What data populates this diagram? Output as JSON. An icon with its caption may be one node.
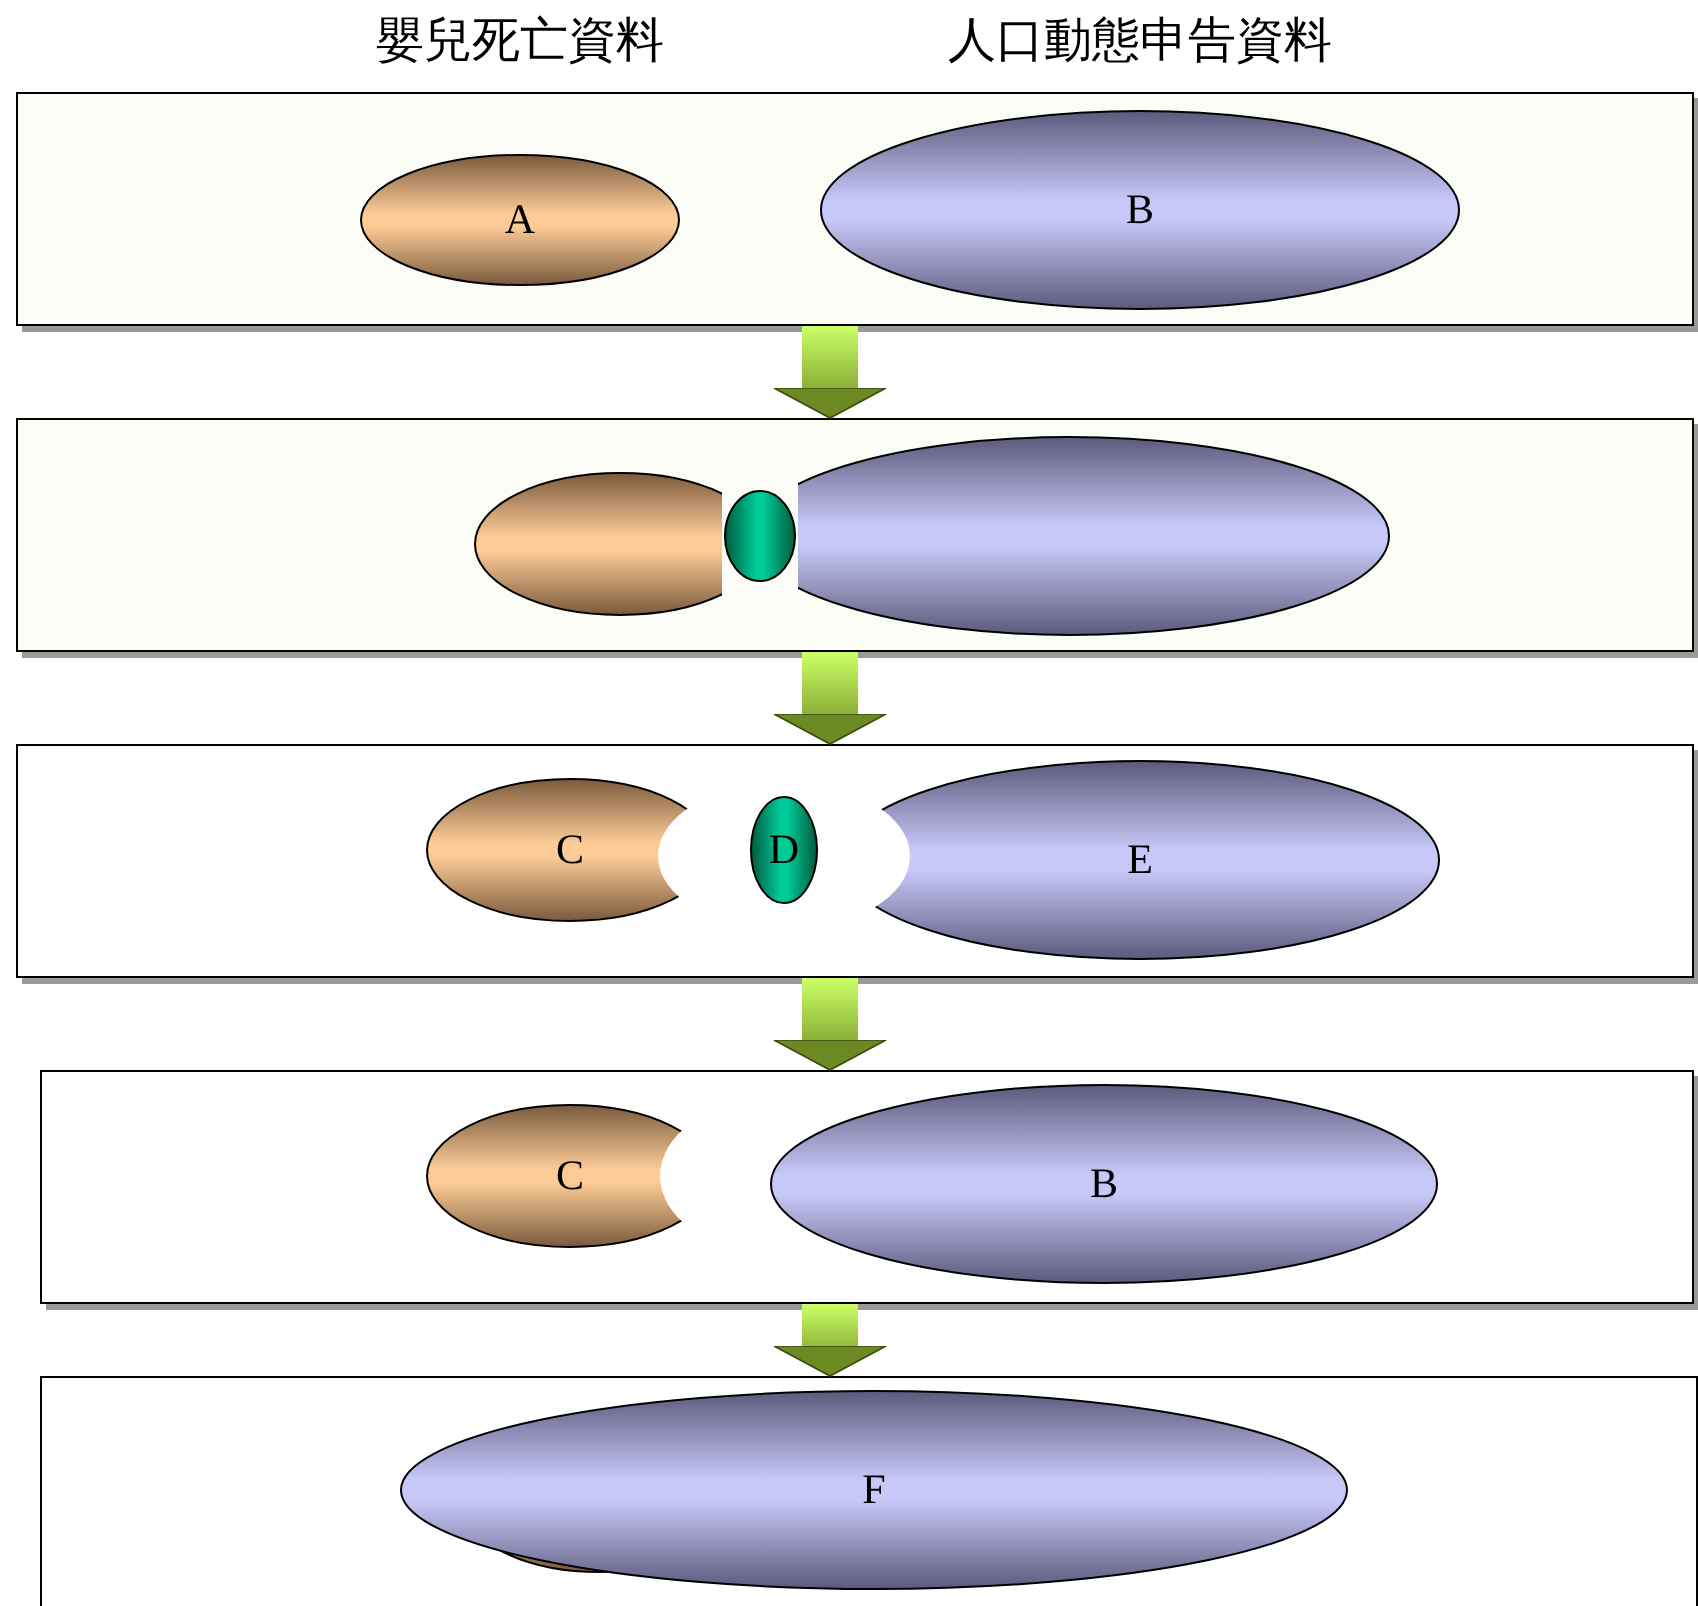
{
  "diagram": {
    "nodes": [
      {
        "text": [],
        "shape": "box"
      },
      {
        "text": [
          "A"
        ],
        "in": 0
      },
      {
        "text": [
          "B"
        ],
        "in": 0
      },
      {
        "text": [],
        "shape": "box"
      },
      {
        "text": [],
        "shape": "ellipse",
        "in": 3
      },
      {
        "text": [],
        "shape": "ellipse",
        "in": 3
      },
      {
        "text": [],
        "shape": "ellipse",
        "in": 3
      },
      {
        "text": [],
        "shape": "box"
      },
      {
        "text": [
          "C"
        ],
        "in": 7
      },
      {
        "text": [
          "D"
        ],
        "in": 7
      },
      {
        "text": [
          "E"
        ],
        "in": 7
      },
      {
        "text": [],
        "shape": "box"
      },
      {
        "text": [
          "C"
        ],
        "in": 11
      },
      {
        "text": [
          "B"
        ],
        "in": 11
      },
      {
        "text": [],
        "shape": "box"
      },
      {
        "text": [
          "F"
        ],
        "in": 14
      }
    ],
    "edges": [
      {
        "from": 0,
        "to": 3,
        "arrow": "to"
      },
      {
        "from": 3,
        "to": 7,
        "arrow": "to"
      },
      {
        "from": 7,
        "to": 11,
        "arrow": "to"
      },
      {
        "from": 11,
        "to": 14,
        "arrow": "to"
      }
    ],
    "labels": [
      "嬰兒死亡資料",
      "人口動態申告資料"
    ]
  }
}
